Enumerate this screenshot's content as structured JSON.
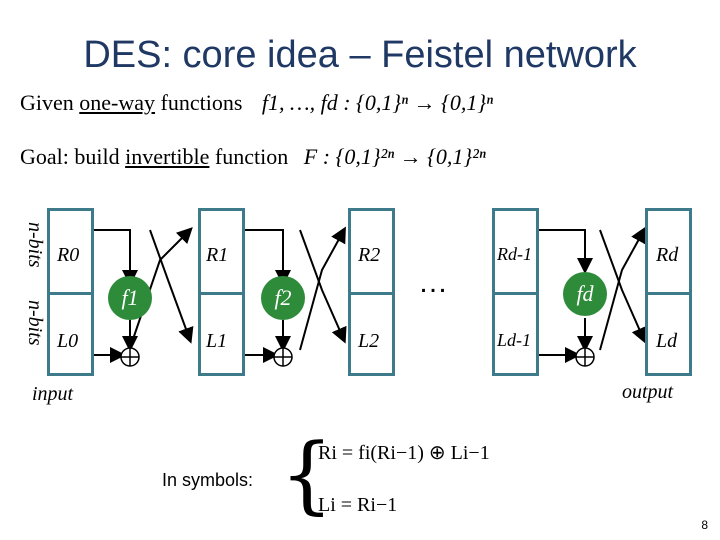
{
  "title": "DES: core idea – Feistel network",
  "given": {
    "prefix": "Given ",
    "underlined": "one-way",
    "suffix": " functions",
    "math": "f1, …, fd : {0,1}ⁿ → {0,1}ⁿ"
  },
  "goal": {
    "prefix": "Goal: build ",
    "underlined": "invertible",
    "suffix": " function",
    "math": "F : {0,1}²ⁿ → {0,1}²ⁿ"
  },
  "side_labels": {
    "top": "n-bits",
    "bottom": "n-bits"
  },
  "stages": [
    {
      "top": "R0",
      "bottom": "L0"
    },
    {
      "top": "R1",
      "bottom": "L1"
    },
    {
      "top": "R2",
      "bottom": "L2"
    },
    {
      "top": "Rd-1",
      "bottom": "Ld-1"
    },
    {
      "top": "Rd",
      "bottom": "Ld"
    }
  ],
  "functions": [
    "f1",
    "f2",
    "fd"
  ],
  "ellipsis": "…",
  "input_label": "input",
  "output_label": "output",
  "symbols_label": "In symbols:",
  "equations": [
    "Ri = fi(Ri−1) ⊕ Li−1",
    "Li = Ri−1"
  ],
  "page_number": "8",
  "colors": {
    "title": "#1f3864",
    "box": "#3d7a8a",
    "function": "#2e8b3a"
  }
}
